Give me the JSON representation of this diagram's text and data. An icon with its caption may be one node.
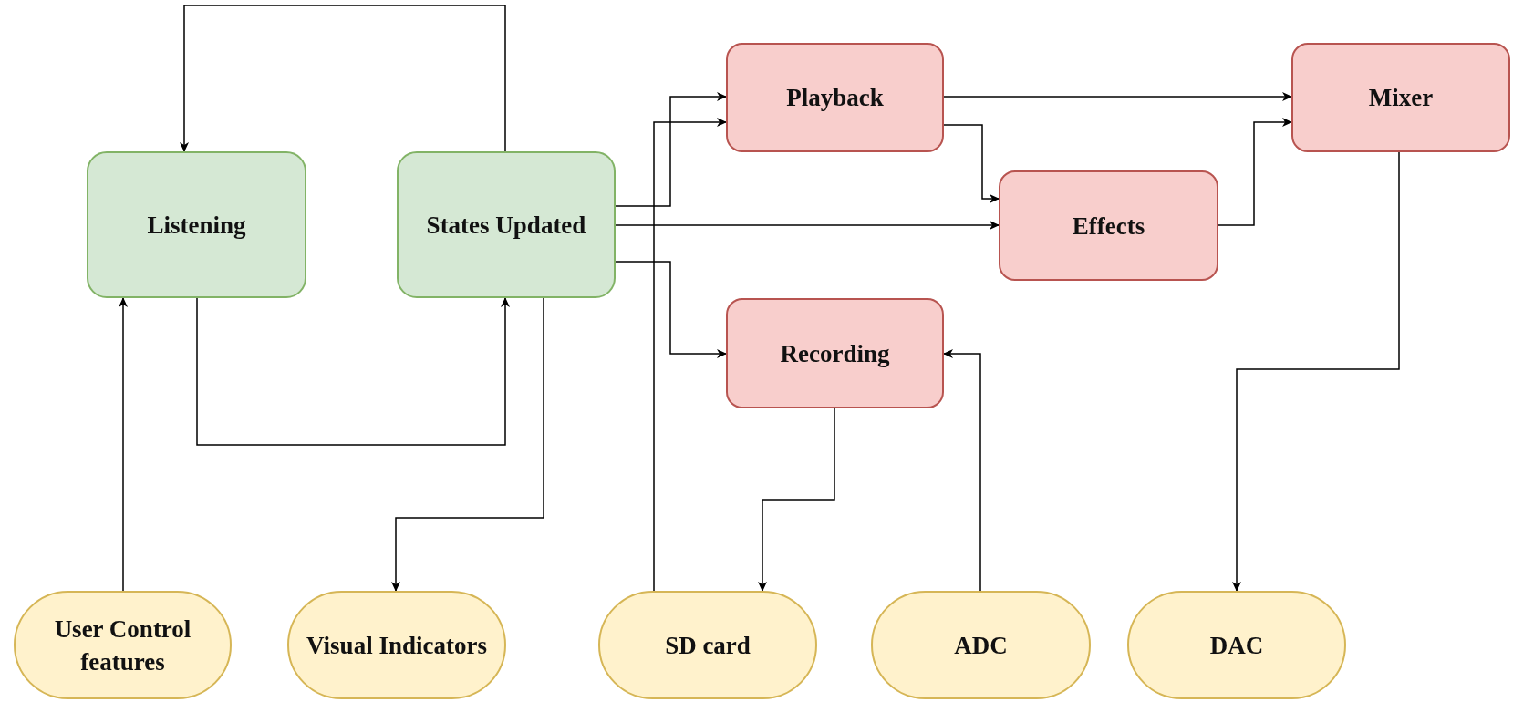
{
  "diagram": {
    "nodes": [
      {
        "text": [
          "Listening"
        ]
      },
      {
        "text": [
          "States Updated"
        ]
      },
      {
        "text": [
          "Playback"
        ]
      },
      {
        "text": [
          "Mixer"
        ]
      },
      {
        "text": [
          "Effects"
        ]
      },
      {
        "text": [
          "Recording"
        ]
      },
      {
        "text": [
          "User Control features"
        ]
      },
      {
        "text": [
          "Visual Indicators"
        ]
      },
      {
        "text": [
          "SD card"
        ]
      },
      {
        "text": [
          "ADC"
        ]
      },
      {
        "text": [
          "DAC"
        ]
      }
    ],
    "edges": [
      {
        "from": 1,
        "to": 0,
        "arrow": "to"
      },
      {
        "from": 0,
        "to": 1,
        "arrow": "to"
      },
      {
        "from": 6,
        "to": 0,
        "arrow": "to"
      },
      {
        "from": 1,
        "to": 7,
        "arrow": "to"
      },
      {
        "from": 1,
        "to": 2,
        "arrow": "to"
      },
      {
        "from": 8,
        "to": 2,
        "arrow": "to"
      },
      {
        "from": 1,
        "to": 4,
        "arrow": "to"
      },
      {
        "from": 1,
        "to": 5,
        "arrow": "to"
      },
      {
        "from": 2,
        "to": 3,
        "arrow": "to"
      },
      {
        "from": 2,
        "to": 4,
        "arrow": "to"
      },
      {
        "from": 4,
        "to": 3,
        "arrow": "to"
      },
      {
        "from": 3,
        "to": 10,
        "arrow": "to"
      },
      {
        "from": 5,
        "to": 8,
        "arrow": "to"
      },
      {
        "from": 9,
        "to": 5,
        "arrow": "to"
      }
    ]
  }
}
